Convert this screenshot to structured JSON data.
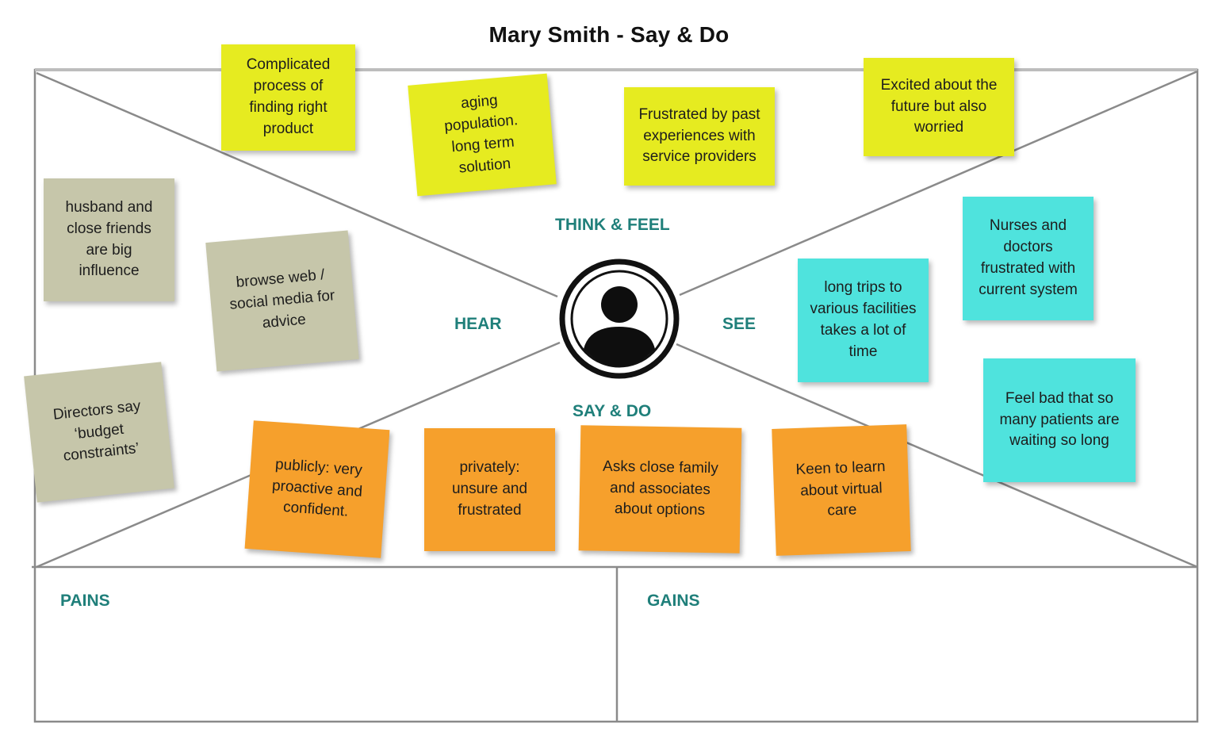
{
  "title": "Mary Smith - Say & Do",
  "quadrants": {
    "think_feel": "THINK & FEEL",
    "hear": "HEAR",
    "see": "SEE",
    "say_do": "SAY & DO",
    "pains": "PAINS",
    "gains": "GAINS"
  },
  "avatar": {
    "icon": "user-silhouette-icon"
  },
  "colors": {
    "think_feel_notes": "#e6eb20",
    "hear_notes": "#c6c6aa",
    "see_notes": "#4fe3dd",
    "say_do_notes": "#f6a02c",
    "section_label": "#1f7f7a"
  },
  "notes": {
    "complicated": "Complicated\nprocess of\nfinding right\nproduct",
    "aging": "aging\npopulation.\nlong term\nsolution",
    "frustrated_past": "Frustrated by past\nexperiences with\nservice providers",
    "excited": "Excited about the\nfuture but also\nworried",
    "husband": "husband and\nclose friends\nare big\ninfluence",
    "browse": "browse web /\nsocial media for\nadvice",
    "directors": "Directors say\n‘budget\nconstraints’",
    "long_trips": "long trips to\nvarious facilities\ntakes a lot of\ntime",
    "nurses": "Nurses and\ndoctors\nfrustrated with\ncurrent system",
    "feel_bad": "Feel bad that so\nmany patients are\nwaiting so long",
    "publicly": "publicly: very\nproactive and\nconfident.",
    "privately": "privately:\nunsure and\nfrustrated",
    "asks": "Asks close family\nand associates\nabout options",
    "keen": "Keen to learn\nabout virtual\ncare"
  }
}
